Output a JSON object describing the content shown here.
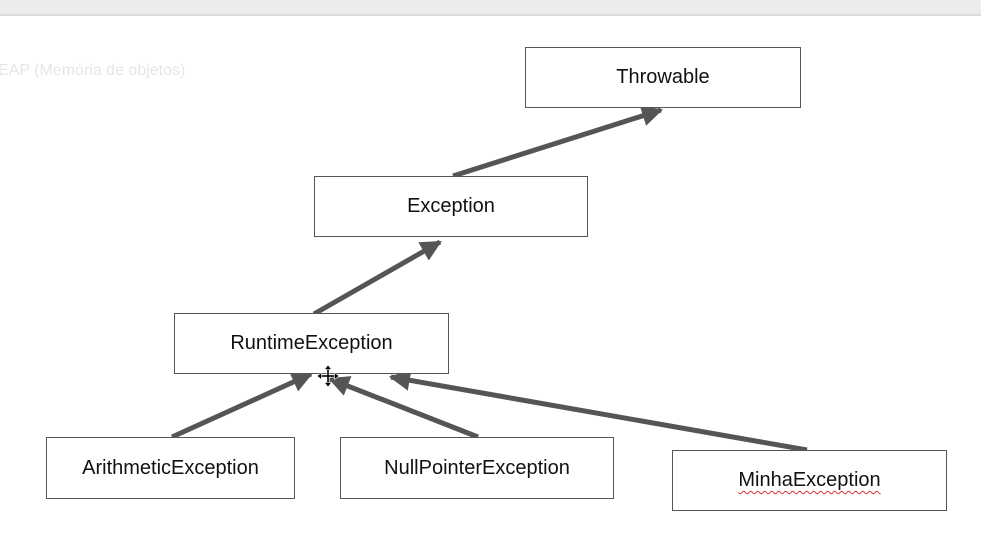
{
  "window": {
    "faded_caption": "EAP (Memória de objetos)"
  },
  "diagram": {
    "nodes": {
      "throwable": "Throwable",
      "exception": "Exception",
      "runtime_exception": "RuntimeException",
      "arithmetic_exception": "ArithmeticException",
      "null_pointer_exception": "NullPointerException",
      "minha_exception": "MinhaException"
    },
    "edges": [
      {
        "from": "Exception",
        "to": "Throwable"
      },
      {
        "from": "RuntimeException",
        "to": "Exception"
      },
      {
        "from": "ArithmeticException",
        "to": "RuntimeException"
      },
      {
        "from": "NullPointerException",
        "to": "RuntimeException"
      },
      {
        "from": "MinhaException",
        "to": "RuntimeException"
      }
    ],
    "colors": {
      "arrow": "#555555",
      "border": "#555555"
    }
  }
}
